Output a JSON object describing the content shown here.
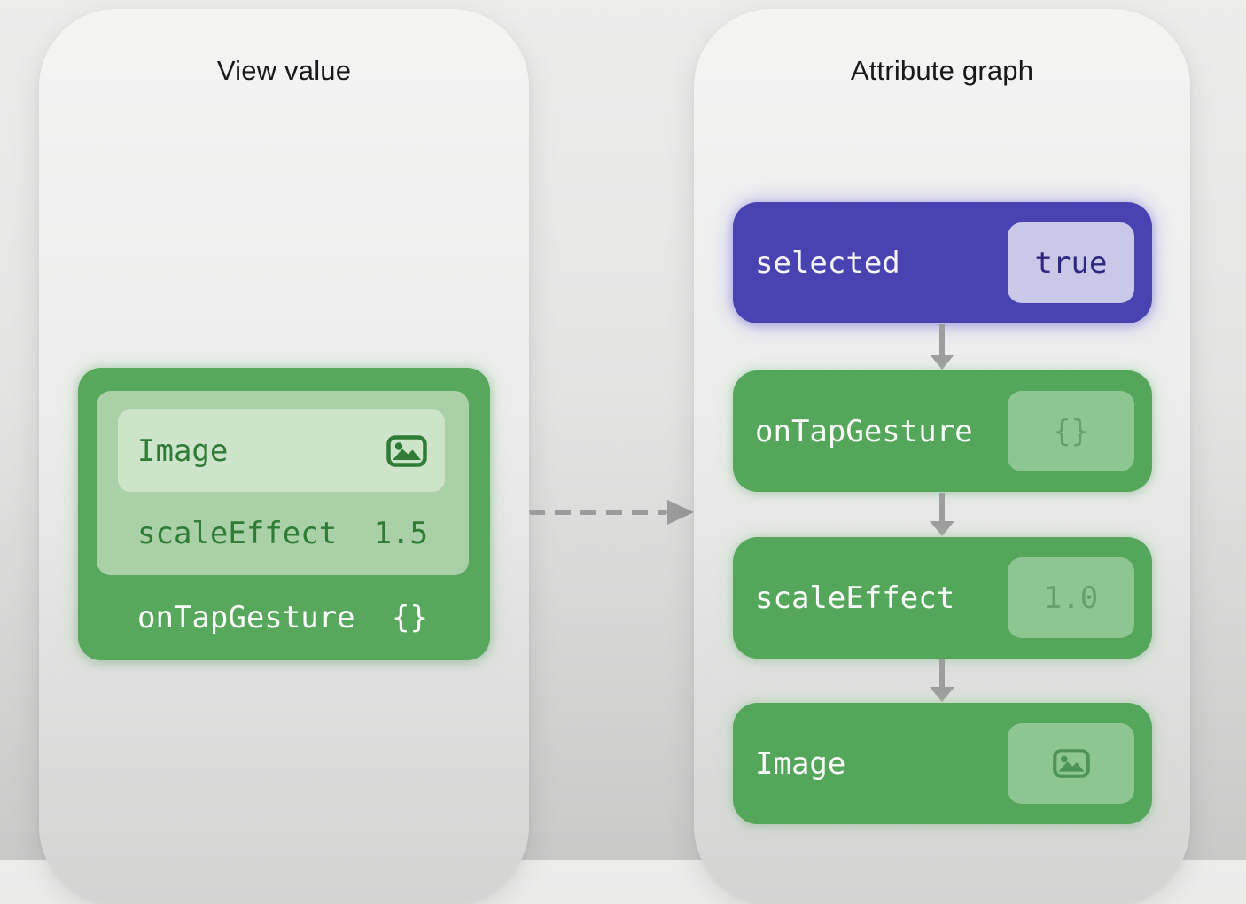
{
  "left_panel": {
    "title": "View value",
    "card": {
      "image_label": "Image",
      "image_value_icon": "photo-icon",
      "scale_label": "scaleEffect",
      "scale_value": "1.5",
      "tap_label": "onTapGesture",
      "tap_value": "{}"
    }
  },
  "connector": {
    "style": "dashed-arrow",
    "direction": "left-to-right"
  },
  "right_panel": {
    "title": "Attribute graph",
    "nodes": [
      {
        "label": "selected",
        "value": "true",
        "kind": "state"
      },
      {
        "label": "onTapGesture",
        "value": "{}",
        "kind": "modifier"
      },
      {
        "label": "scaleEffect",
        "value": "1.0",
        "kind": "modifier"
      },
      {
        "label": "Image",
        "value_icon": "photo-icon",
        "kind": "view"
      }
    ]
  },
  "colors": {
    "node_green": "#54a65a",
    "node_purple": "#4843b0",
    "badge_green": "#8ec691",
    "badge_purple": "#c9c8e8",
    "badge_true_text": "#2d297e",
    "badge_muted_green_text": "#63a06b",
    "card_green": "#57a75c",
    "card_inner_green": "#a9d0a6",
    "card_row_green": "#cde4cb",
    "code_dark_green_text": "#2e7c36",
    "arrow_gray": "#9d9d9d",
    "panel_bg": "#f2f2f1",
    "page_bg": "#e4e4e3"
  }
}
